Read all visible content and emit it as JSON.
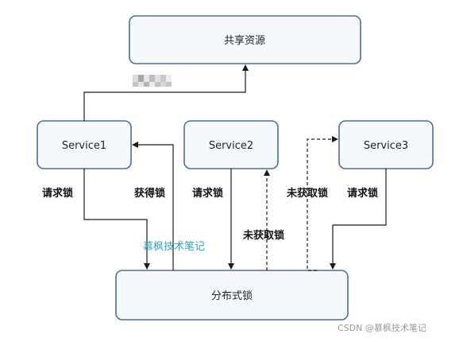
{
  "nodes": {
    "shared": "共享资源",
    "service1": "Service1",
    "service2": "Service2",
    "service3": "Service3",
    "lock": "分布式锁"
  },
  "edges": {
    "s1_request": "请求锁",
    "s1_acquired": "获得锁",
    "s2_request": "请求锁",
    "s2_not_acquired": "未获取锁",
    "s3_not_acquired": "未获取锁",
    "s3_request": "请求锁"
  },
  "watermark": "慕枫技术笔记",
  "footer_credit": "CSDN @慕枫技术笔记",
  "colors": {
    "box_fill": "#f6f9fc",
    "box_stroke": "#4a6f9e",
    "arrow": "#1a1a1a",
    "watermark": "#2aa7c8"
  }
}
